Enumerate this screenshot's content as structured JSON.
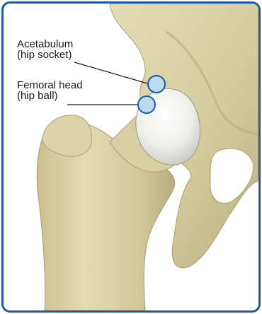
{
  "diagram": {
    "labels": [
      {
        "id": "acetabulum",
        "line1": "Acetabulum",
        "line2": "(hip socket)"
      },
      {
        "id": "femoral-head",
        "line1": "Femoral head",
        "line2": "(hip ball)"
      }
    ],
    "colors": {
      "border": "#1f5aa6",
      "marker_fill": "#b9dcf2",
      "marker_stroke": "#1f5aa6",
      "bone": "#d9d2a6",
      "cartilage": "#f4f4f0"
    }
  }
}
